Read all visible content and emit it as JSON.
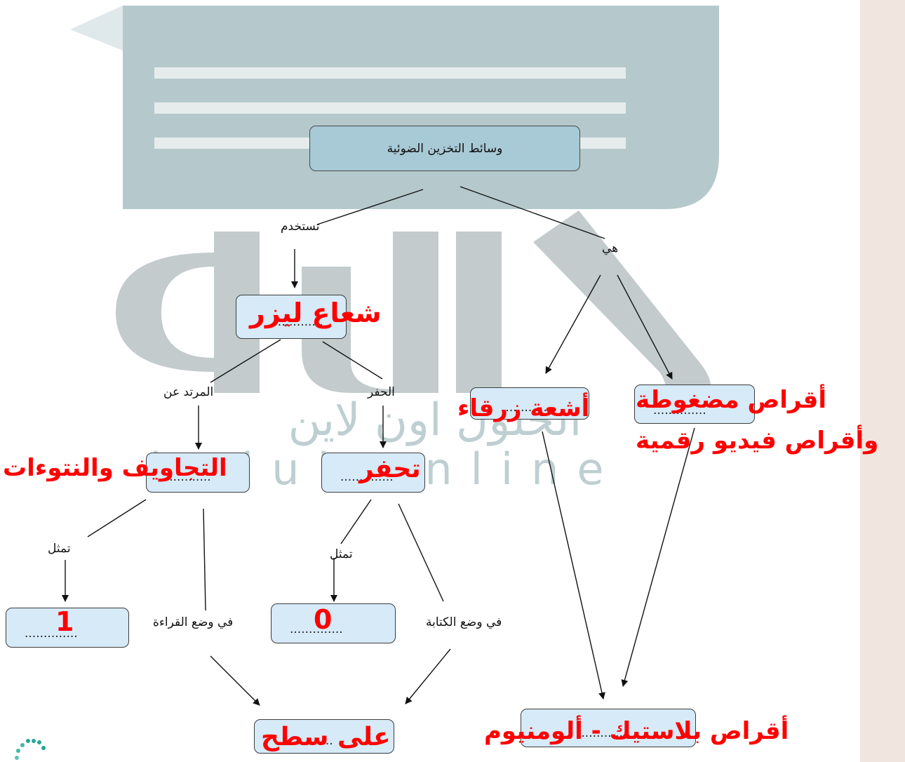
{
  "watermark": {
    "brand_arabic": "الحلول اون لاين",
    "brand_latin": "hulul online",
    "color": "#a9bfc2"
  },
  "nodes": {
    "root": "وسائط التخزين الضوئية",
    "placeholder": "..............",
    "laser": "شعاع ليزر",
    "blue_ray": "أشعة زرقاء",
    "discs_line1": "أقراص مضغوطة",
    "discs_line2": "وأقراص فيديو رقمية",
    "bumps": "التجاويف والنتوءات",
    "engrave": "تحفر",
    "one": "1",
    "zero": "0",
    "surface": "على سطح",
    "plastic": "أقراص بلاستيك - ألومنيوم"
  },
  "labels": {
    "uses": "تستخدم",
    "is": "هي",
    "reflected": "المرتد عن",
    "engraving": "الحفر",
    "represents_left": "تمثل",
    "represents_mid": "تمثل",
    "read_mode": "في وضع القراءة",
    "write_mode": "في وضع الكتابة"
  },
  "colors": {
    "answer": "#ff0000",
    "box_fill": "#d6eaf8",
    "root_fill": "#a8c9d6",
    "sidebar": "#f0e6df"
  }
}
